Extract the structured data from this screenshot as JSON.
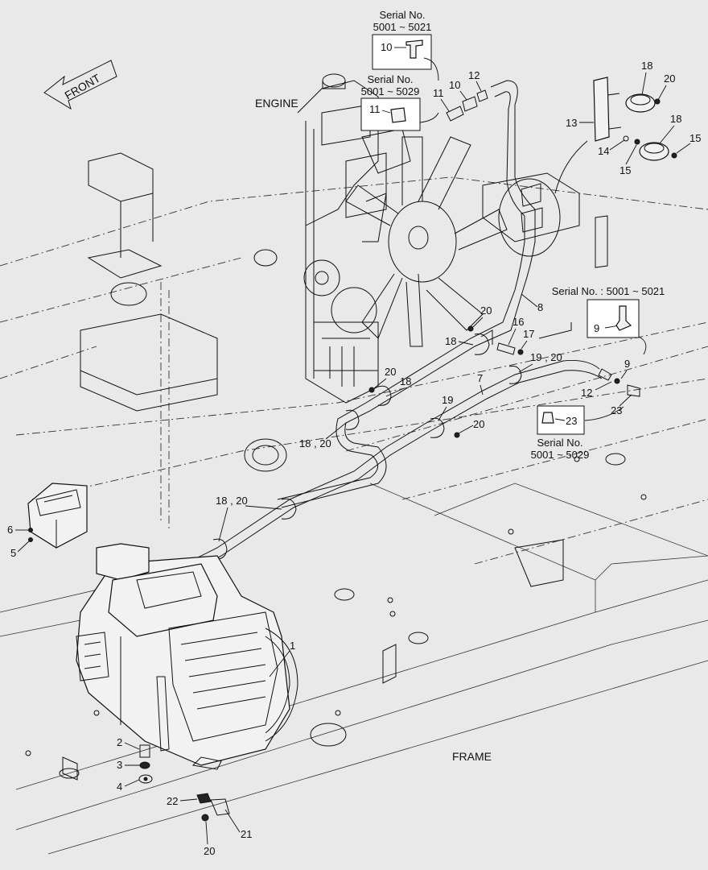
{
  "direction": {
    "front": "FRONT"
  },
  "areas": {
    "engine": "ENGINE",
    "frame": "FRAME"
  },
  "serial_boxes": {
    "s10": {
      "title": "Serial No.",
      "range": "5001 ~ 5021",
      "part": "10"
    },
    "s11": {
      "title": "Serial No.",
      "range": "5001 ~ 5029",
      "part": "11"
    },
    "s9": {
      "title": "Serial No. : 5001 ~ 5021",
      "part": "9"
    },
    "s23": {
      "title": "Serial No.",
      "range": "5001 ~ 5029",
      "part": "23"
    }
  },
  "callouts": {
    "c1": "1",
    "c2": "2",
    "c3": "3",
    "c4": "4",
    "c5": "5",
    "c6": "6",
    "c7": "7",
    "c8": "8",
    "c9": "9",
    "c10": "10",
    "c11": "11",
    "c12a": "12",
    "c12b": "12",
    "c13": "13",
    "c14": "14",
    "c15a": "15",
    "c15b": "15",
    "c16": "16",
    "c17": "17",
    "c18a": "18",
    "c18b": "18",
    "c18c": "18",
    "c18d": "18",
    "c19": "19",
    "c1920": "19 , 20",
    "c1820a": "18 , 20",
    "c1820b": "18 , 20",
    "c20a": "20",
    "c20b": "20",
    "c20c": "20",
    "c20d": "20",
    "c20e": "20",
    "c21": "21",
    "c22": "22",
    "c23": "23"
  }
}
